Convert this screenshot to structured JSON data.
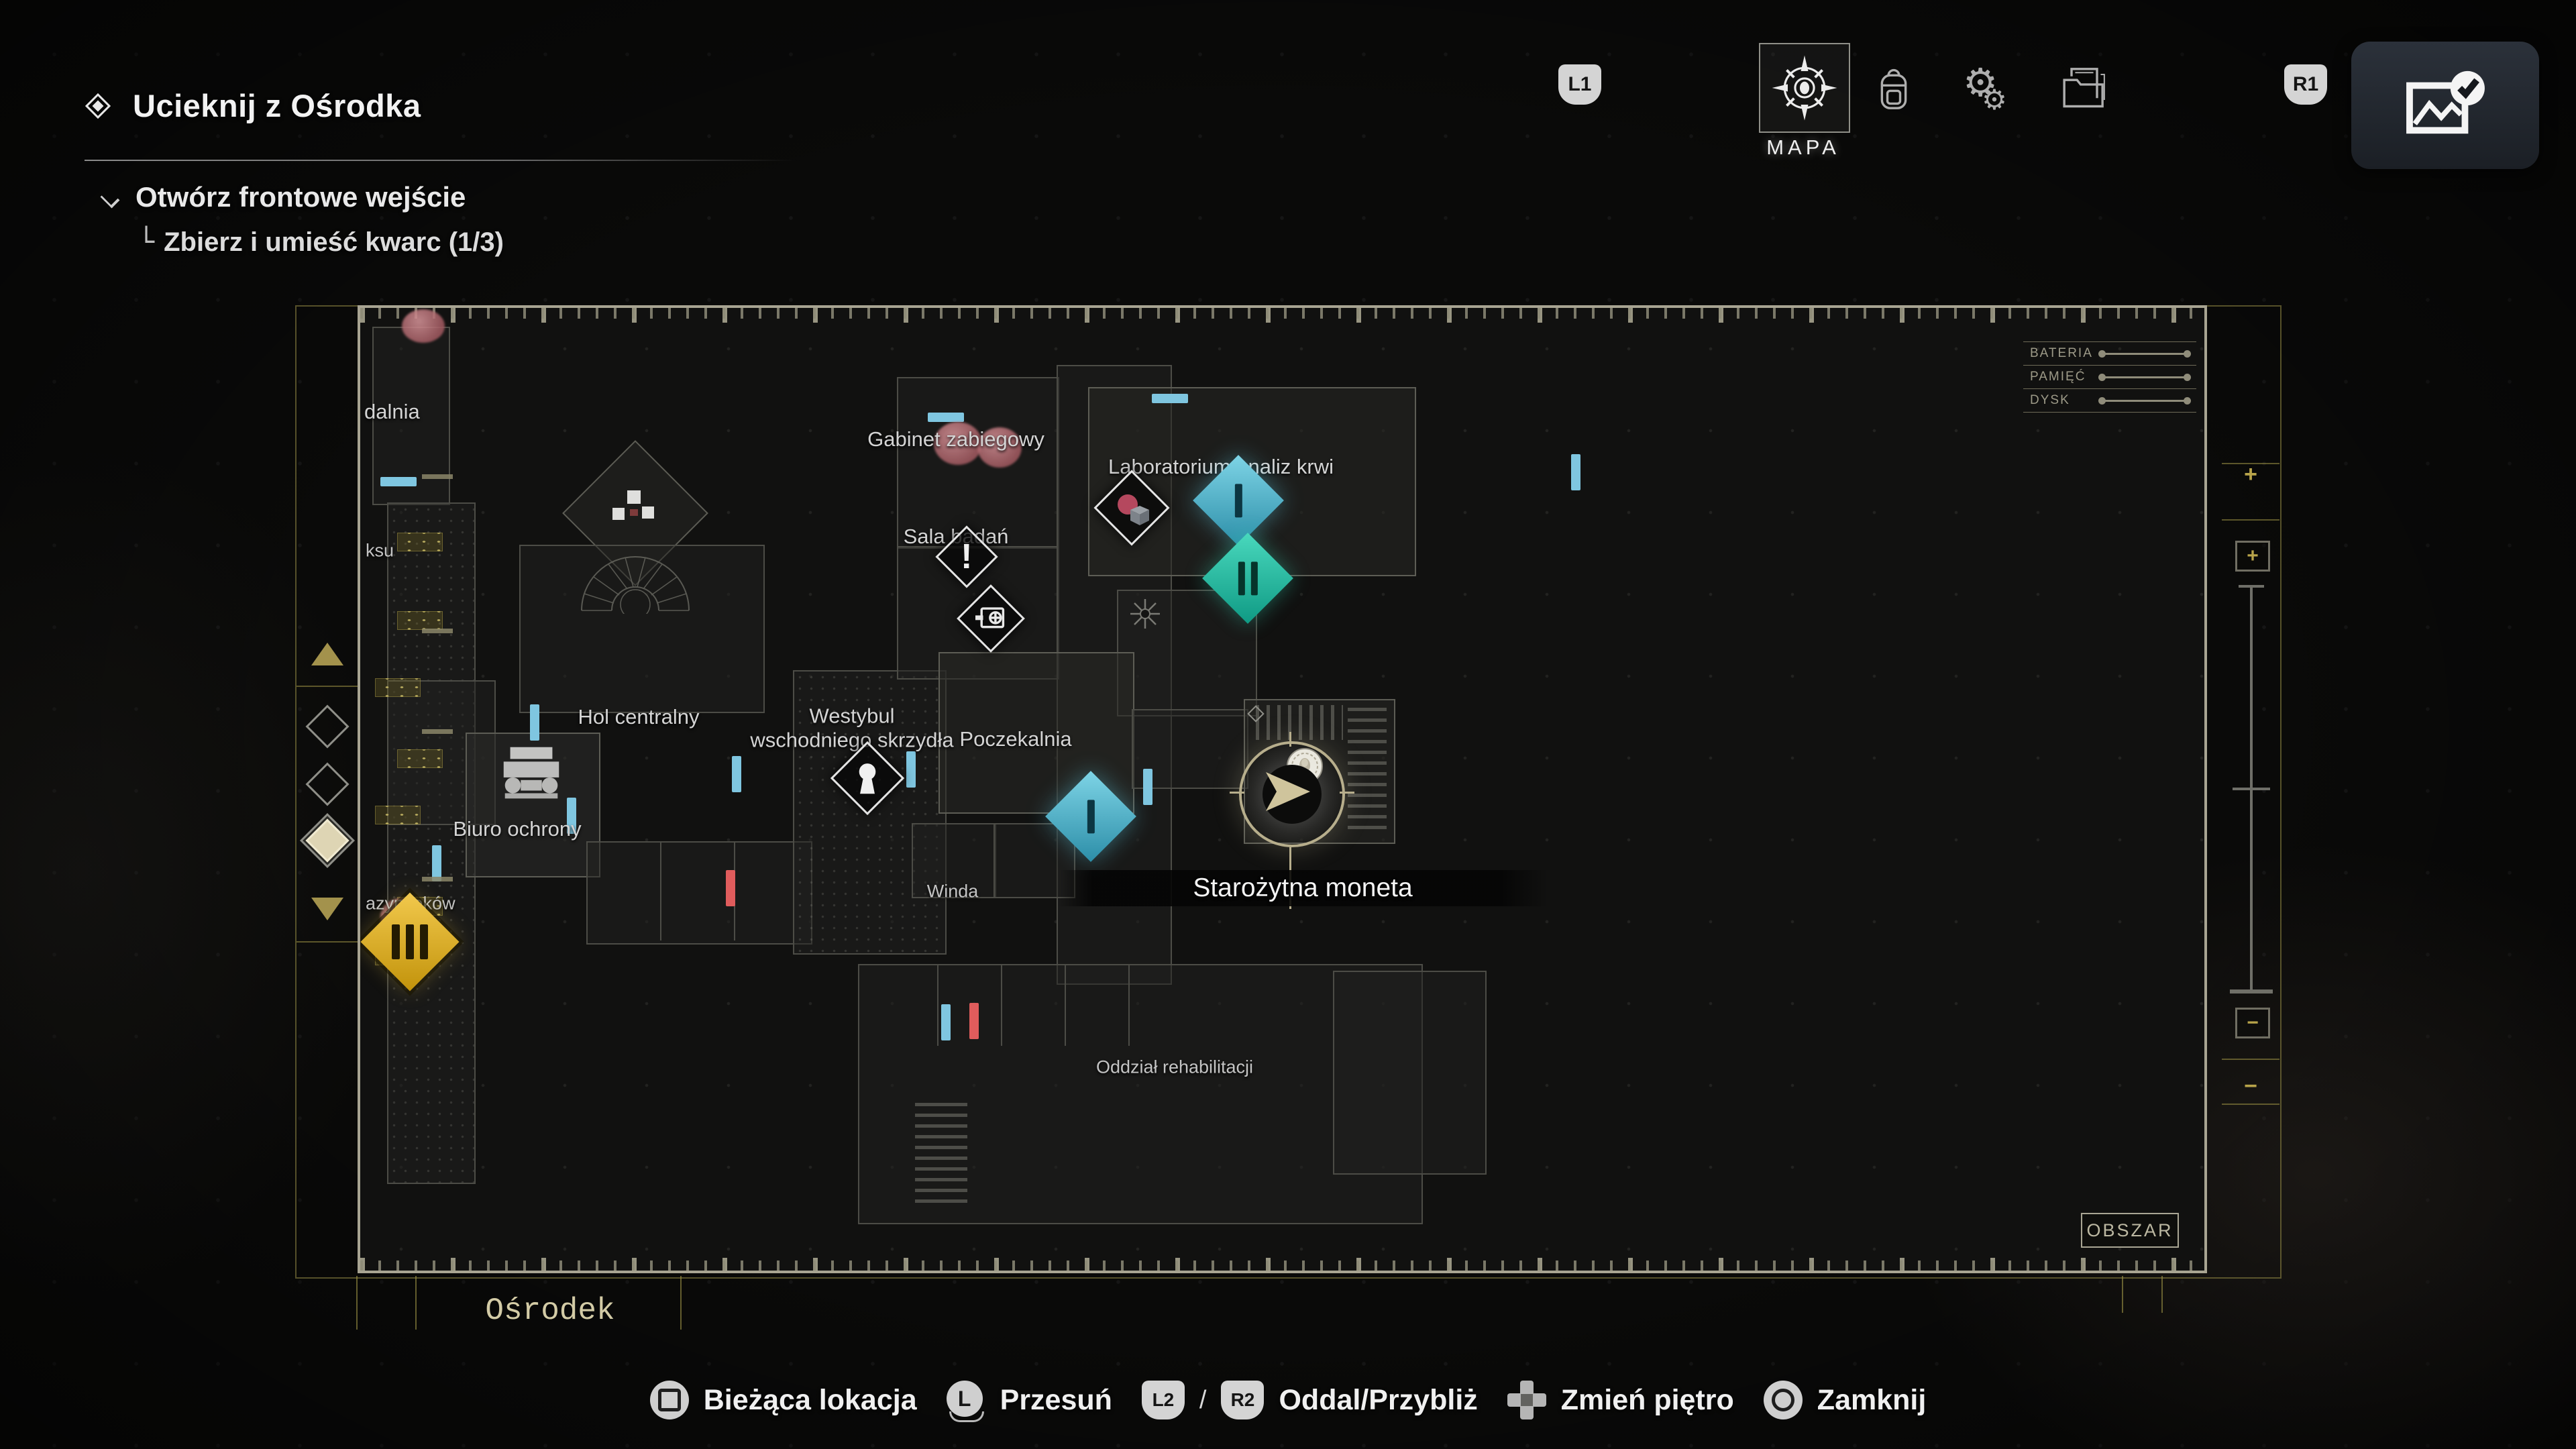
{
  "colors": {
    "accent_gold": "#b8a44a",
    "map_frame": "#a8a492",
    "marker_cyan": "#57bed6",
    "marker_teal": "#2ec4a9",
    "marker_yellow": "#e6b422",
    "door_blue": "#7fc6e0",
    "door_red": "#e05c5c",
    "selection_cream": "#ded5b4"
  },
  "quest": {
    "title": "Ucieknij z Ośrodka",
    "objective": "Otwórz frontowe wejście",
    "sub_prefix": "└",
    "subobjective": "Zbierz i umieść kwarc (1/3)"
  },
  "tabbar": {
    "left_shoulder": "L1",
    "right_shoulder": "R1",
    "map_tab_label": "MAPA"
  },
  "map": {
    "area_name": "Ośrodek",
    "area_button": "OBSZAR",
    "tooltip": "Starożytna moneta",
    "legend": {
      "rows": [
        {
          "label": "BATERIA"
        },
        {
          "label": "PAMIĘĆ"
        },
        {
          "label": "DYSK"
        }
      ]
    },
    "zoom": {
      "plus_small": "+",
      "plus_box": "+",
      "minus_box": "−",
      "minus_small": "−"
    },
    "rooms": [
      {
        "label": "dalnia"
      },
      {
        "label": "ksu"
      },
      {
        "label": "azyn leków"
      },
      {
        "label": "Gabinet zabiegowy"
      },
      {
        "label": "Sala badań"
      },
      {
        "label": "Laboratorium analiz krwi"
      },
      {
        "label": "Hol centralny"
      },
      {
        "label": "Westybul\nwschodniego skrzydła"
      },
      {
        "label": "Poczekalnia"
      },
      {
        "label": "Biuro ochrony"
      },
      {
        "label": "Winda"
      },
      {
        "label": "Oddział rehabilitacji"
      }
    ],
    "markers": {
      "objective_glyph": "!"
    }
  },
  "controls": {
    "items": [
      {
        "label": "Bieżąca lokacja"
      },
      {
        "label": "Przesuń",
        "stick_letter": "L"
      },
      {
        "label": "Oddal/Przybliż",
        "badge_left": "L2",
        "badge_right": "R2",
        "separator": "/"
      },
      {
        "label": "Zmień piętro"
      },
      {
        "label": "Zamknij"
      }
    ]
  }
}
